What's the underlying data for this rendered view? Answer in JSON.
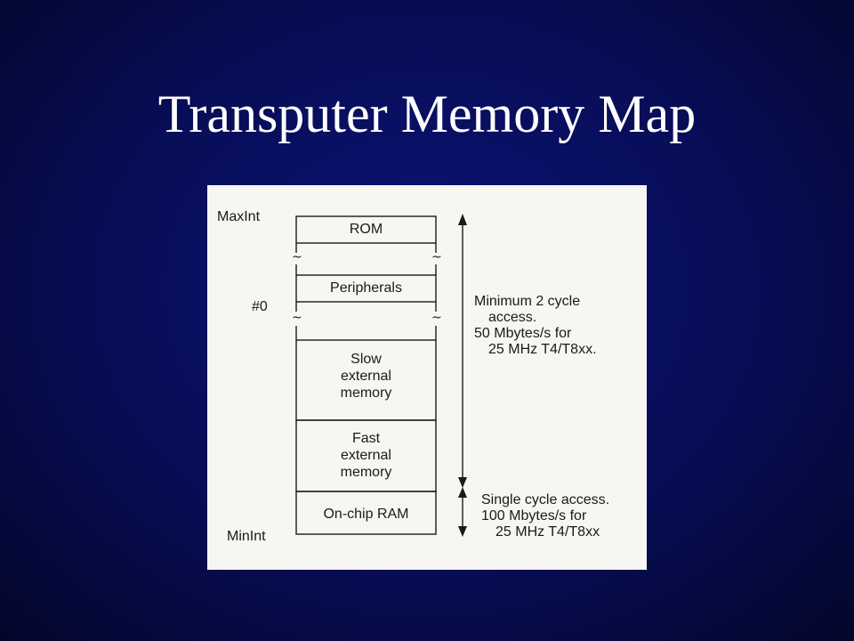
{
  "slide": {
    "title": "Transputer Memory Map"
  },
  "memory_map": {
    "labels": {
      "max": "MaxInt",
      "zero": "#0",
      "min": "MinInt"
    },
    "blocks": {
      "rom": "ROM",
      "peripherals": "Peripherals",
      "slow": [
        "Slow",
        "external",
        "memory"
      ],
      "fast": [
        "Fast",
        "external",
        "memory"
      ],
      "onchip": "On-chip RAM"
    },
    "break_symbol": "~",
    "annotations": {
      "external": [
        "Minimum 2 cycle",
        "access.",
        "50 Mbytes/s for",
        "25 MHz T4/T8xx."
      ],
      "onchip": [
        "Single cycle access.",
        "100 Mbytes/s for",
        "25 MHz T4/T8xx"
      ]
    }
  }
}
